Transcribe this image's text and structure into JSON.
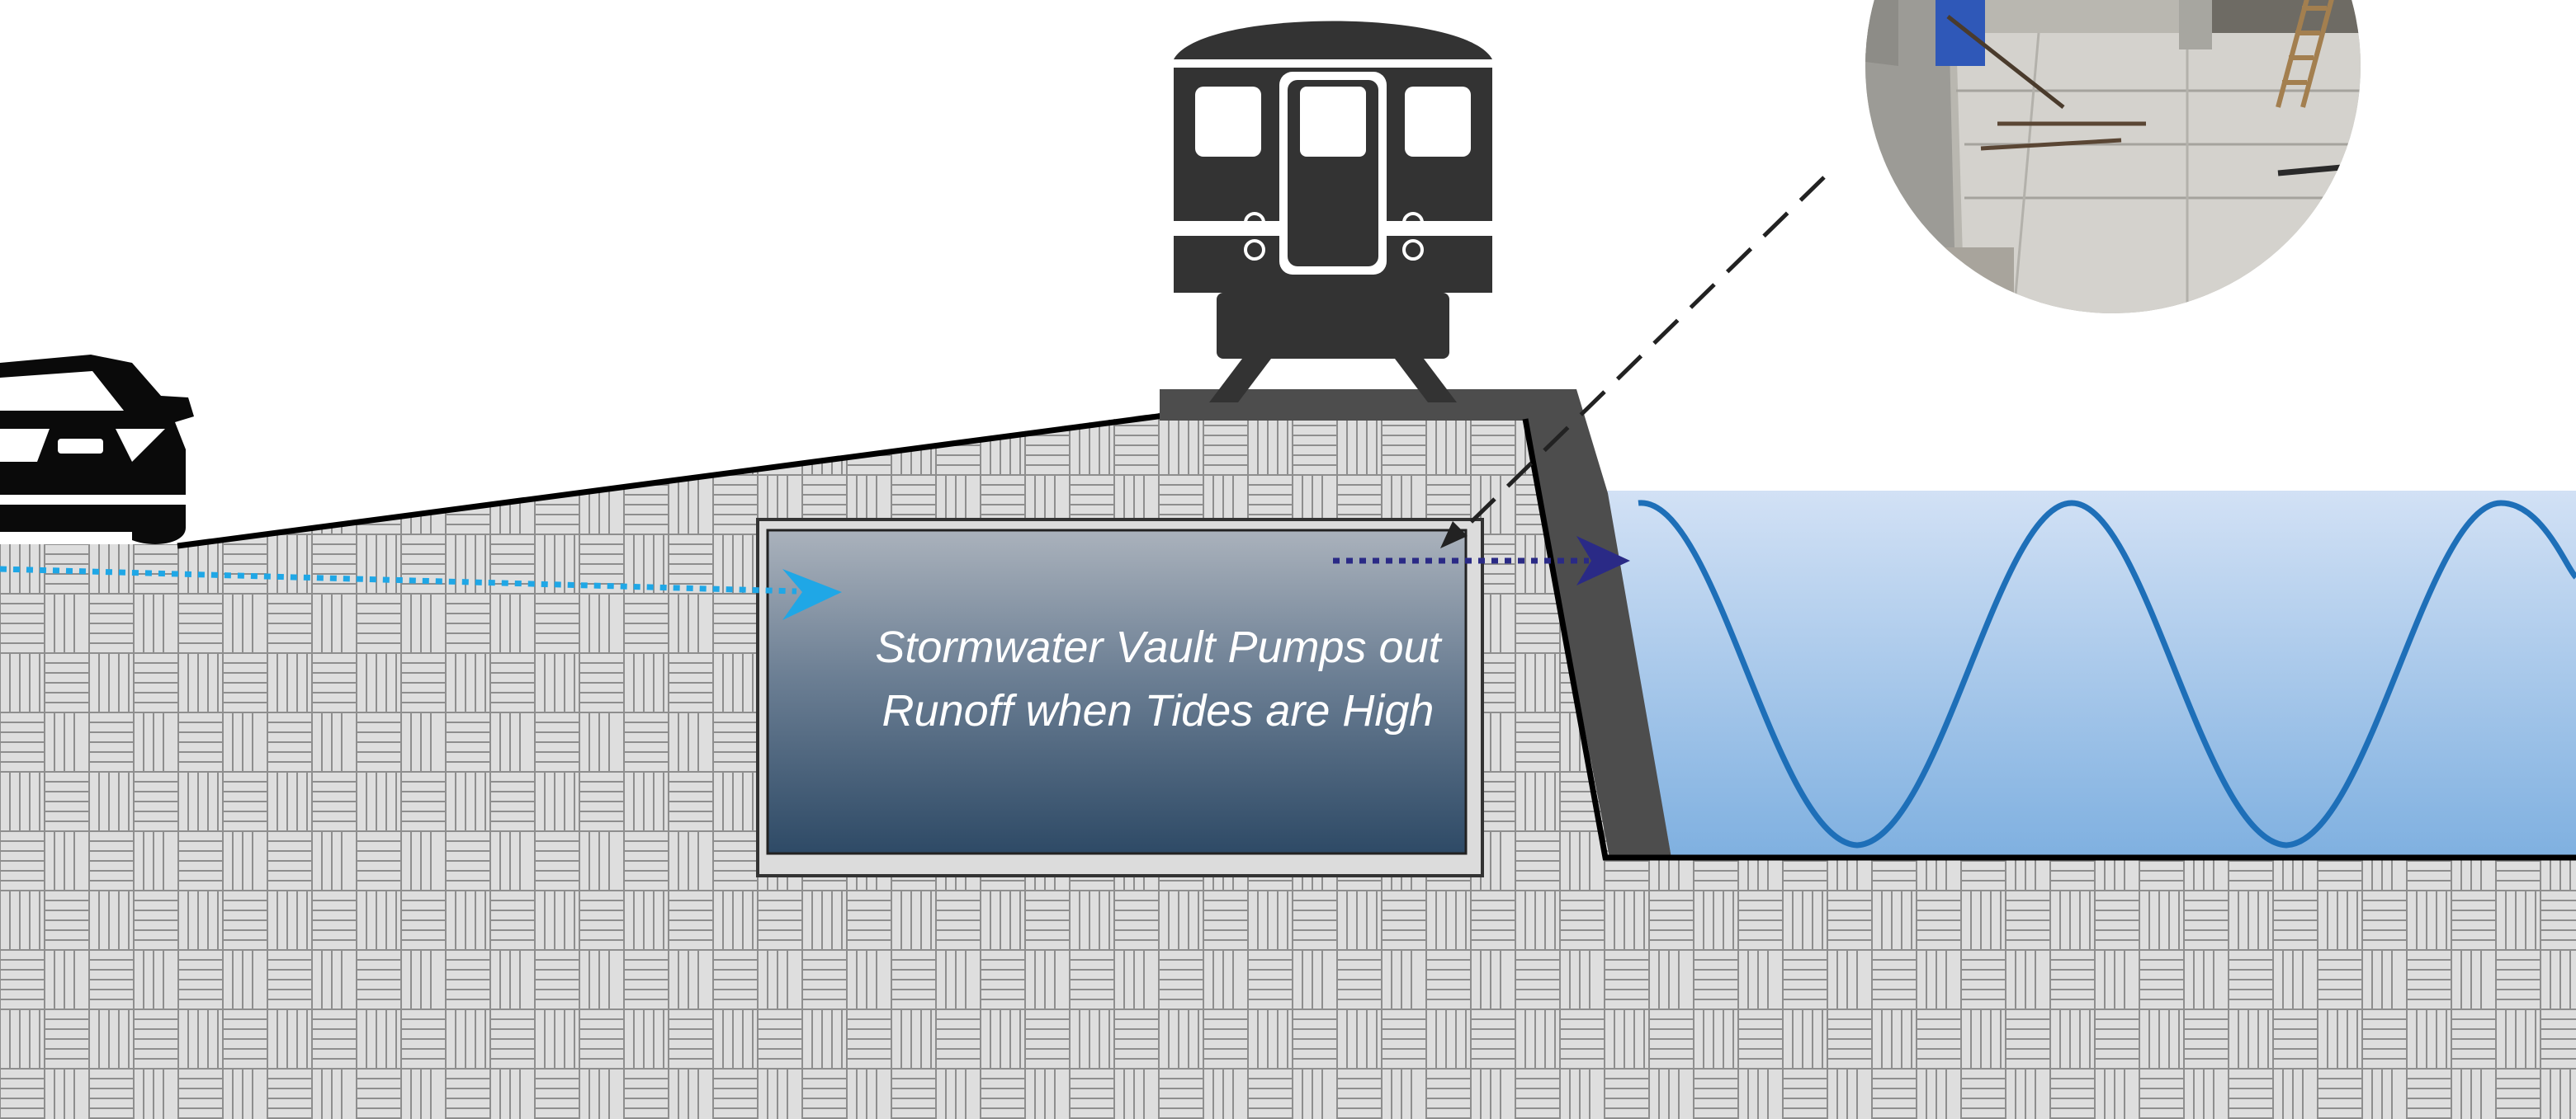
{
  "vault": {
    "line1": "Stormwater Vault Pumps out",
    "line2": "Runoff when Tides are High"
  },
  "icons": {
    "car": "car-icon",
    "train": "train-icon",
    "photo": "construction-photo-inset"
  },
  "colors": {
    "soil": "#dedede",
    "soil_lines": "#8e8e8e",
    "seawall": "#4d4d4d",
    "vehicle": "#333333",
    "water_top": "#d2e1f5",
    "water_bottom": "#7fb0e0",
    "wave": "#1e6fb8",
    "runoff_arrow": "#1fa7e6",
    "pump_arrow": "#2a2a86",
    "vault_top": "#aab2bc",
    "vault_bottom": "#2e4a66"
  }
}
